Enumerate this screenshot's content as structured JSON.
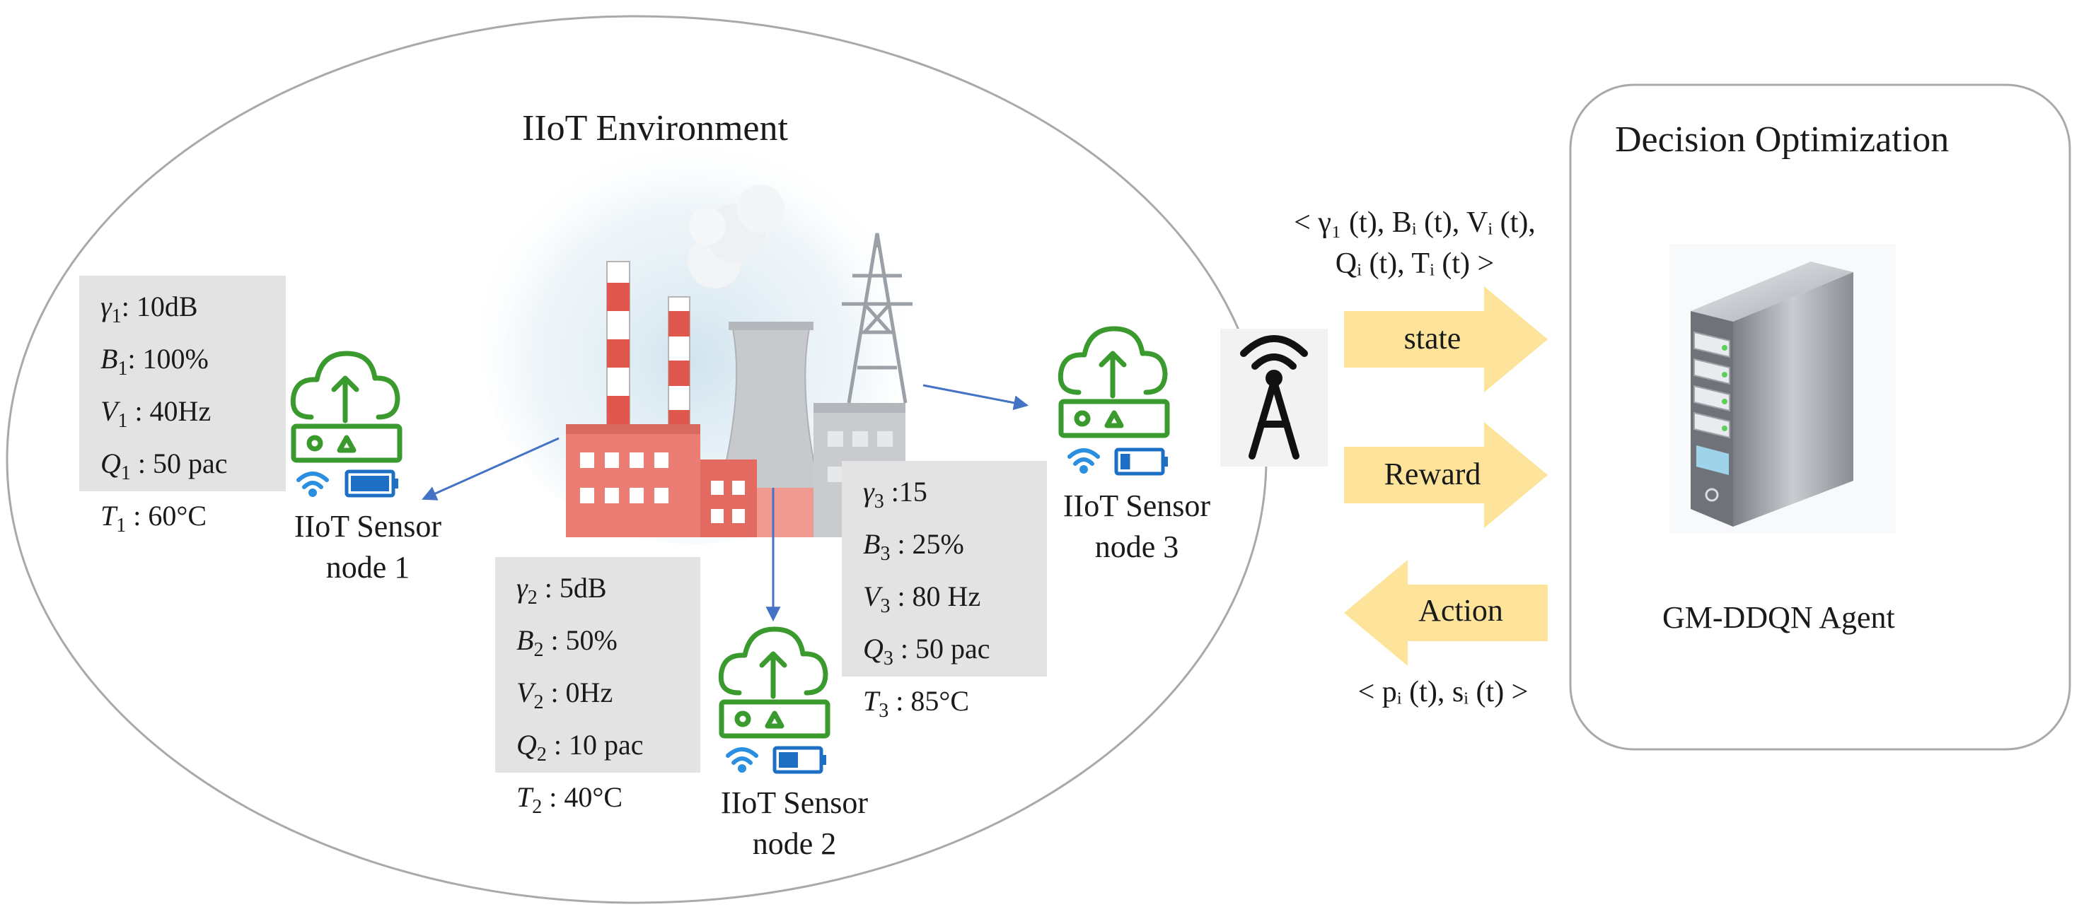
{
  "environment": {
    "title": "IIoT Environment"
  },
  "decision": {
    "title": "Decision Optimization",
    "agent_label": "GM-DDQN  Agent"
  },
  "sensors": [
    {
      "label_line1": "IIoT Sensor",
      "label_line2": "node 1",
      "battery_level": 1.0,
      "params": [
        {
          "sym": "γ",
          "sub": "1",
          "value": ": 10dB"
        },
        {
          "sym": "B",
          "sub": "1",
          "value": ": 100%"
        },
        {
          "sym": "V",
          "sub": "1",
          "value": " : 40Hz"
        },
        {
          "sym": "Q",
          "sub": "1",
          "value": " : 50 pac"
        },
        {
          "sym": "T",
          "sub": "1",
          "value": " : 60°C"
        }
      ]
    },
    {
      "label_line1": "IIoT Sensor",
      "label_line2": "node 2",
      "battery_level": 0.5,
      "params": [
        {
          "sym": "γ",
          "sub": "2",
          "value": " : 5dB"
        },
        {
          "sym": "B",
          "sub": "2",
          "value": " : 50%"
        },
        {
          "sym": "V",
          "sub": "2",
          "value": "  : 0Hz"
        },
        {
          "sym": "Q",
          "sub": "2",
          "value": "  : 10  pac"
        },
        {
          "sym": "T",
          "sub": "2",
          "value": "  : 40°C"
        }
      ]
    },
    {
      "label_line1": "IIoT Sensor",
      "label_line2": "node 3",
      "battery_level": 0.25,
      "params": [
        {
          "sym": "γ",
          "sub": "3",
          "value": " :15"
        },
        {
          "sym": "B",
          "sub": "3",
          "value": " : 25%"
        },
        {
          "sym": "V",
          "sub": "3",
          "value": "  : 80 Hz"
        },
        {
          "sym": "Q",
          "sub": "3",
          "value": "  : 50  pac"
        },
        {
          "sym": "T",
          "sub": "3",
          "value": "  : 85°C"
        }
      ]
    }
  ],
  "state_tuple": {
    "line1": "< γ₁ (t), Bᵢ (t), Vᵢ (t),",
    "line2": "Qᵢ (t), Tᵢ (t) >"
  },
  "action_tuple": "< pᵢ (t), sᵢ (t) >",
  "arrows": {
    "state": "state",
    "reward": "Reward",
    "action": "Action"
  },
  "colors": {
    "sensor_green": "#3a9a2e",
    "battery_blue": "#1d6fc4",
    "wifi_blue": "#2a8fe0",
    "arrow_yellow": "#fde49a",
    "flow_arrow": "#4472c4",
    "param_box_bg": "#e3e3e3"
  },
  "icons": [
    "factory-icon",
    "cloud-upload-router-icon",
    "wifi-icon",
    "battery-icon",
    "antenna-tower-icon",
    "server-icon"
  ]
}
